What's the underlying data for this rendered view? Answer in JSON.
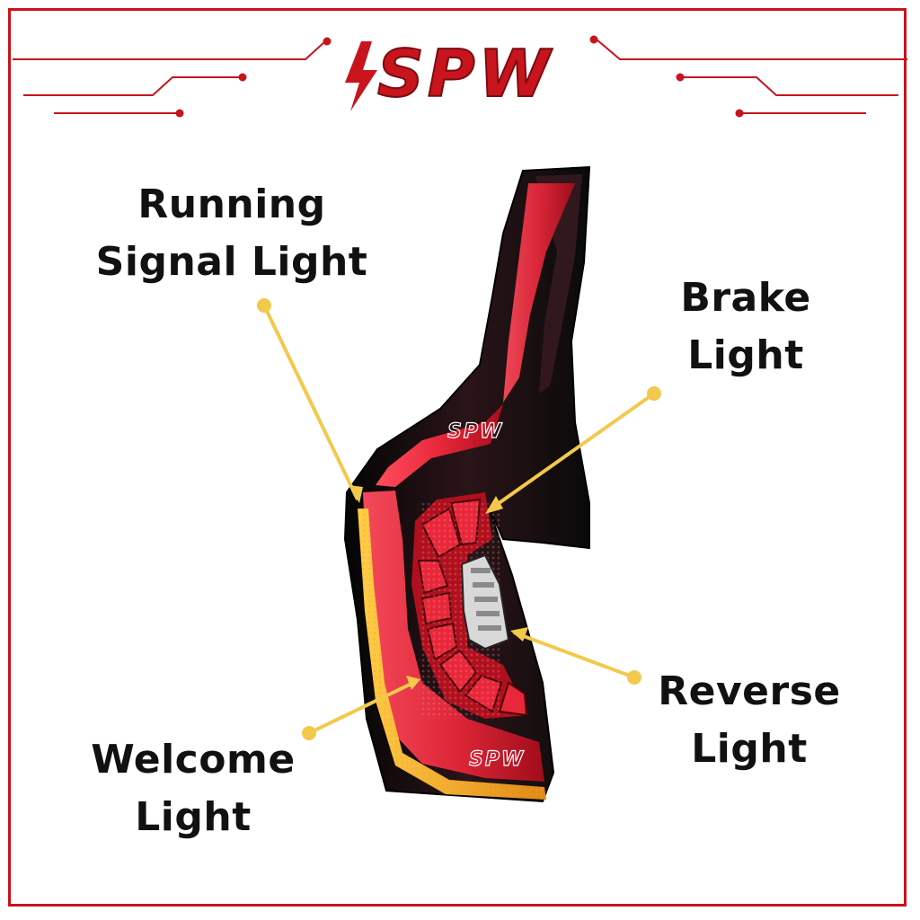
{
  "brand": {
    "name": "SPW",
    "color": "#c8141c",
    "icon": "lightning-bolt-icon"
  },
  "callouts": {
    "running_signal": {
      "line1": "Running",
      "line2": "Signal Light"
    },
    "brake": {
      "line1": "Brake",
      "line2": "Light"
    },
    "reverse": {
      "line1": "Reverse",
      "line2": "Light"
    },
    "welcome": {
      "line1": "Welcome",
      "line2": "Light"
    }
  },
  "watermarks": {
    "upper": "SPW",
    "lower": "SPW"
  },
  "colors": {
    "frame": "#c8141c",
    "callout_line": "#f2c94c",
    "housing": "#141414",
    "red_light": "#e8283a",
    "amber_light": "#f0a020"
  }
}
